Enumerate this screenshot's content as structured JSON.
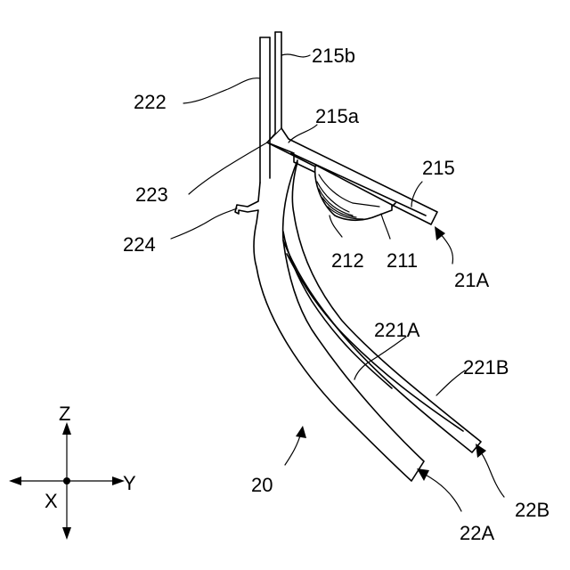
{
  "labels": {
    "l215b": "215b",
    "l222": "222",
    "l215a": "215a",
    "l215": "215",
    "l223": "223",
    "l224": "224",
    "l212": "212",
    "l211": "211",
    "l21A": "21A",
    "l221A": "221A",
    "l221B": "221B",
    "l20": "20",
    "l22B": "22B",
    "l22A": "22A"
  },
  "axes": {
    "z": "Z",
    "y": "Y",
    "x": "X"
  }
}
